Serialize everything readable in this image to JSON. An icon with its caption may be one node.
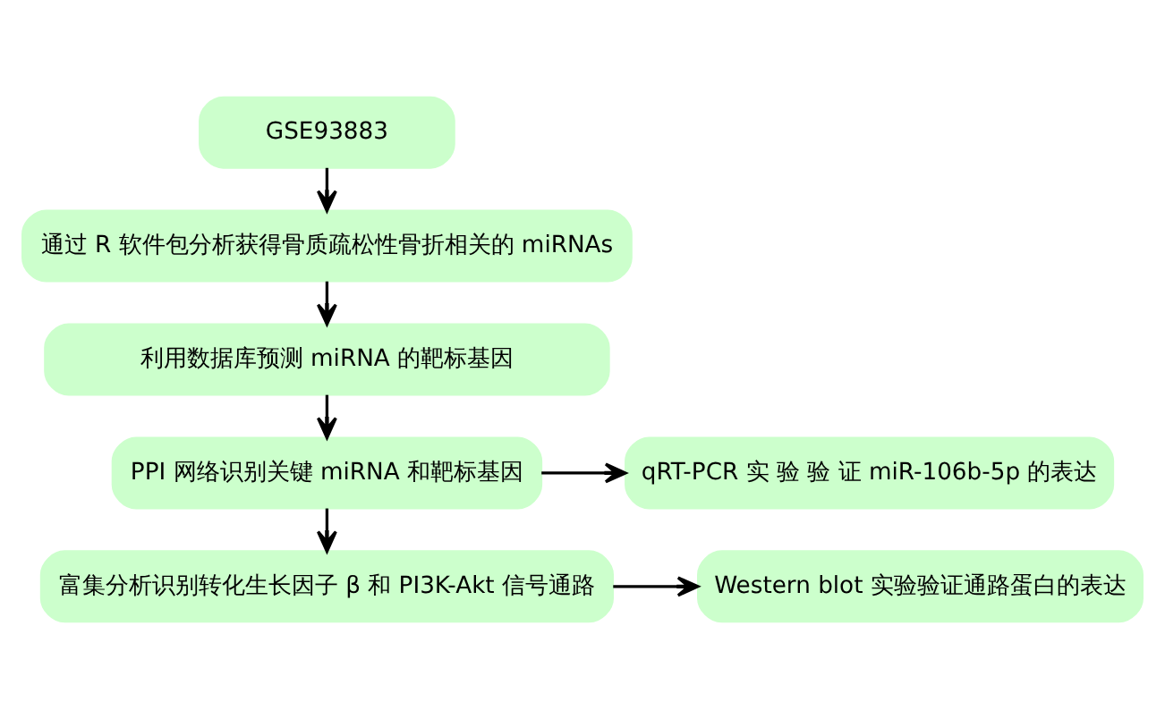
{
  "diagram": {
    "nodes": [
      {
        "text": [
          "GSE93883"
        ]
      },
      {
        "text": [
          "通过 R 软件包分析获得骨质疏松性骨折相关的 miRNAs"
        ]
      },
      {
        "text": [
          "利用数据库预测 miRNA 的靶标基因"
        ]
      },
      {
        "text": [
          "PPI 网络识别关键 miRNA 和靶标基因"
        ]
      },
      {
        "text": [
          "qRT-PCR 实 验 验 证 miR-106b-5p 的表达"
        ]
      },
      {
        "text": [
          "富集分析识别转化生长因子 β 和 PI3K-Akt 信号通路"
        ]
      },
      {
        "text": [
          "Western blot 实验验证通路蛋白的表达"
        ]
      }
    ],
    "edges": [
      {
        "from": 0,
        "to": 1,
        "arrow": "to"
      },
      {
        "from": 1,
        "to": 2,
        "arrow": "to"
      },
      {
        "from": 2,
        "to": 3,
        "arrow": "to"
      },
      {
        "from": 3,
        "to": 4,
        "arrow": "to"
      },
      {
        "from": 3,
        "to": 5,
        "arrow": "to"
      },
      {
        "from": 5,
        "to": 6,
        "arrow": "to"
      }
    ]
  }
}
